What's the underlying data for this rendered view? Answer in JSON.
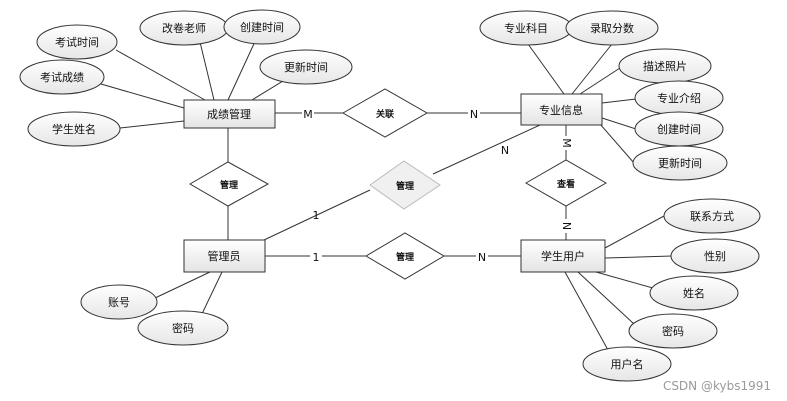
{
  "entities": {
    "grade_mgmt": "成绩管理",
    "major_info": "专业信息",
    "admin": "管理员",
    "student_user": "学生用户"
  },
  "relations": {
    "link": "关联",
    "manage_grade": "管理",
    "manage_major": "管理",
    "manage_student": "管理",
    "view": "查看"
  },
  "attributes": {
    "exam_time": "考试时间",
    "grader": "改卷老师",
    "grade_created": "创建时间",
    "grade_updated": "更新时间",
    "exam_score": "考试成绩",
    "student_name": "学生姓名",
    "major_subject": "专业科目",
    "admission_score": "录取分数",
    "photo_desc": "描述照片",
    "major_intro": "专业介绍",
    "major_created": "创建时间",
    "major_updated": "更新时间",
    "account": "账号",
    "admin_password": "密码",
    "contact": "联系方式",
    "gender": "性别",
    "name": "姓名",
    "student_password": "密码",
    "username": "用户名"
  },
  "cardinalities": {
    "m1": "M",
    "n1": "N",
    "n2": "N",
    "one1": "1",
    "m2": "M",
    "n3": "N",
    "one2": "1",
    "n4": "N"
  },
  "watermark": "CSDN @kybs1991"
}
